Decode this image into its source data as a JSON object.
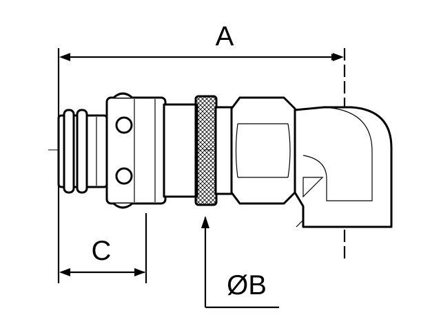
{
  "dimensions": {
    "a_label": "A",
    "b_label": "ØB",
    "c_label": "C"
  },
  "colors": {
    "stroke": "#000000",
    "background": "#ffffff"
  }
}
